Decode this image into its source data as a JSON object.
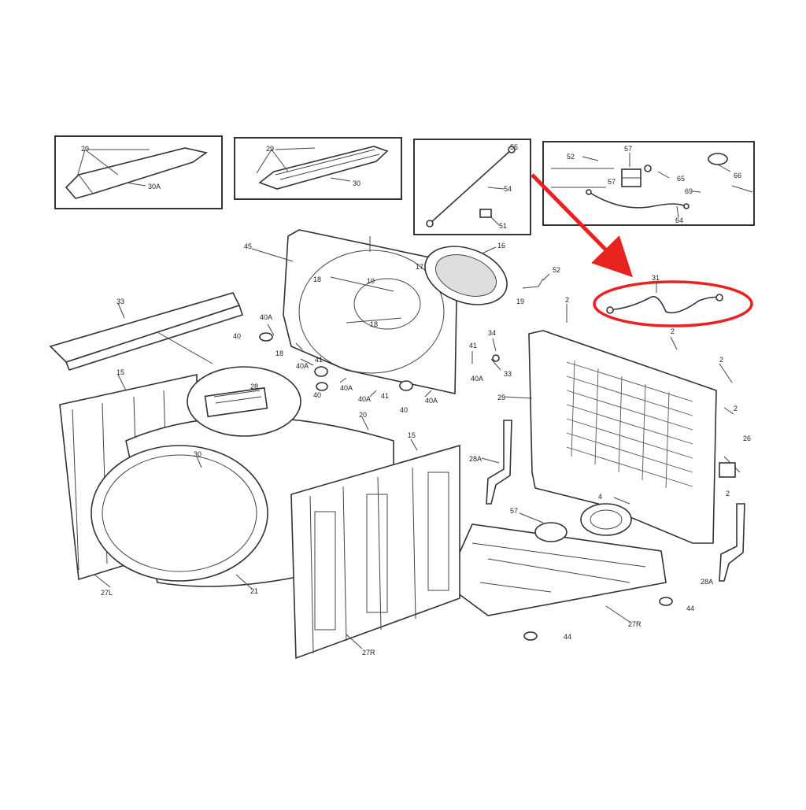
{
  "callouts": {
    "inset1_a": "29",
    "inset1_b": "30A",
    "inset2_a": "29",
    "inset2_b": "30",
    "inset3_a": "55",
    "inset3_b": "54",
    "inset3_c": "51",
    "inset4_a": "52",
    "inset4_b": "57",
    "inset4_c": "57",
    "inset4_d": "65",
    "inset4_e": "69",
    "inset4_f": "64",
    "inset4_g": "66",
    "c45": "45",
    "c16": "16",
    "c17": "17",
    "c18": "18",
    "c10": "10",
    "c18b": "18",
    "c52": "52",
    "c19": "19",
    "c31": "31",
    "c2": "2",
    "c33": "33",
    "c40A_1": "40A",
    "c40_1": "40",
    "c18c": "18",
    "c41_1": "41",
    "c40A_2": "40A",
    "c40_2": "40",
    "c40A_3": "40A",
    "c41_2": "41",
    "c40_3": "40",
    "c40A_4": "40A",
    "c34": "34",
    "c41_3": "41",
    "c33b": "33",
    "c40A_5": "40A",
    "c25": "25",
    "c2b": "2",
    "c2c": "2",
    "c2d": "2",
    "c26": "26",
    "c15": "15",
    "c20": "20",
    "c15b": "15",
    "c28": "28",
    "c30": "30",
    "c28A_1": "28A",
    "c57": "57",
    "c4": "4",
    "c27L": "27L",
    "c21": "21",
    "c27R": "27R",
    "c27R_b": "27R",
    "c44_1": "44",
    "c44_2": "44",
    "c28A_2": "28A",
    "c2e": "2"
  },
  "highlight": {
    "color": "#e8231f",
    "part": "31"
  }
}
